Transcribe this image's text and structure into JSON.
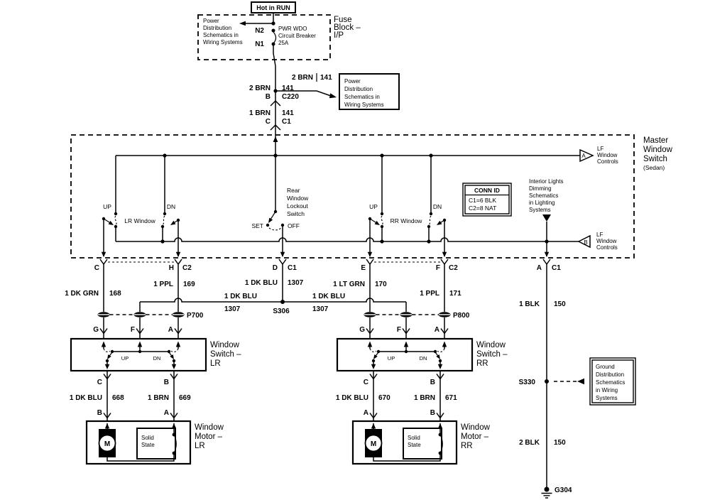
{
  "fuse": {
    "hot_in_run": "Hot in RUN",
    "power_dist": [
      "Power",
      "Distribution",
      "Schematics in",
      "Wiring Systems"
    ],
    "n2": "N2",
    "n1": "N1",
    "breaker": [
      "PWR WDO",
      "Circuit Breaker",
      "25A"
    ],
    "block": [
      "Fuse",
      "Block –",
      "I/P"
    ]
  },
  "feed": {
    "branch_color": "2 BRN",
    "branch_circuit": "141",
    "color2": "2 BRN",
    "circuit2": "141",
    "term_b": "B",
    "conn_c220": "C220",
    "color1": "1 BRN",
    "circuit1": "141",
    "term_c": "C",
    "conn_c1": "C1"
  },
  "power_dist_box": [
    "Power",
    "Distribution",
    "Schematics in",
    "Wiring Systems"
  ],
  "master": {
    "name": [
      "Master",
      "Window",
      "Switch"
    ],
    "variant": "(Sedan)",
    "up": "UP",
    "dn": "DN",
    "lr_window": "LR Window",
    "rr_window": "RR Window",
    "set": "SET",
    "off": "OFF",
    "lockout": [
      "Rear",
      "Window",
      "Lockout",
      "Switch"
    ],
    "conn_id": {
      "header": "CONN ID",
      "row1": "C1=6 BLK",
      "row2": "C2=8 NAT"
    },
    "interior": [
      "Interior Lights",
      "Dimming",
      "Schematics",
      "in Lighting",
      "Systems"
    ],
    "lf_controls": [
      "LF",
      "Window",
      "Controls"
    ],
    "tri_a": "A",
    "tri_b": "B"
  },
  "terminals": {
    "c": "C",
    "h": "H",
    "h_conn": "C2",
    "d": "D",
    "d_conn": "C1",
    "e": "E",
    "f": "F",
    "f_conn": "C2",
    "a": "A",
    "a_conn": "C1"
  },
  "wires": {
    "dk_grn": {
      "color": "1 DK GRN",
      "circuit": "168"
    },
    "ppl_169": {
      "color": "1 PPL",
      "circuit": "169"
    },
    "dk_blu_d": {
      "color": "1 DK BLU",
      "circuit": "1307"
    },
    "dk_blu_left": {
      "color": "1 DK BLU",
      "circuit": "1307"
    },
    "dk_blu_right": {
      "color": "1 DK BLU",
      "circuit": "1307"
    },
    "lt_grn": {
      "color": "1 LT GRN",
      "circuit": "170"
    },
    "ppl_171": {
      "color": "1 PPL",
      "circuit": "171"
    },
    "blk_150": {
      "color": "1 BLK",
      "circuit": "150"
    },
    "dk_blu_668": {
      "color": "1 DK BLU",
      "circuit": "668"
    },
    "brn_669": {
      "color": "1 BRN",
      "circuit": "669"
    },
    "dk_blu_670": {
      "color": "1 DK BLU",
      "circuit": "670"
    },
    "brn_671": {
      "color": "1 BRN",
      "circuit": "671"
    },
    "blk_2_150": {
      "color": "2 BLK",
      "circuit": "150"
    }
  },
  "splices": {
    "s306": "S306",
    "s330": "S330",
    "g304": "G304",
    "p700": "P700",
    "p800": "P800"
  },
  "ground_box": [
    "Ground",
    "Distribution",
    "Schematics",
    "in Wiring",
    "Systems"
  ],
  "switch_lr": {
    "name": [
      "Window",
      "Switch –",
      "LR"
    ],
    "term_g": "G",
    "term_f": "F",
    "term_a": "A",
    "up": "UP",
    "dn": "DN",
    "out_c": "C",
    "out_b": "B"
  },
  "switch_rr": {
    "name": [
      "Window",
      "Switch –",
      "RR"
    ],
    "term_g": "G",
    "term_f": "F",
    "term_a": "A",
    "up": "UP",
    "dn": "DN",
    "out_c": "C",
    "out_b": "B"
  },
  "motor_lr": {
    "name": [
      "Window",
      "Motor –",
      "LR"
    ],
    "term_left": "B",
    "term_right": "A",
    "motor": "M",
    "solid_state": [
      "Solid",
      "State"
    ]
  },
  "motor_rr": {
    "name": [
      "Window",
      "Motor –",
      "RR"
    ],
    "term_left": "A",
    "term_right": "B",
    "motor": "M",
    "solid_state": [
      "Solid",
      "State"
    ]
  }
}
